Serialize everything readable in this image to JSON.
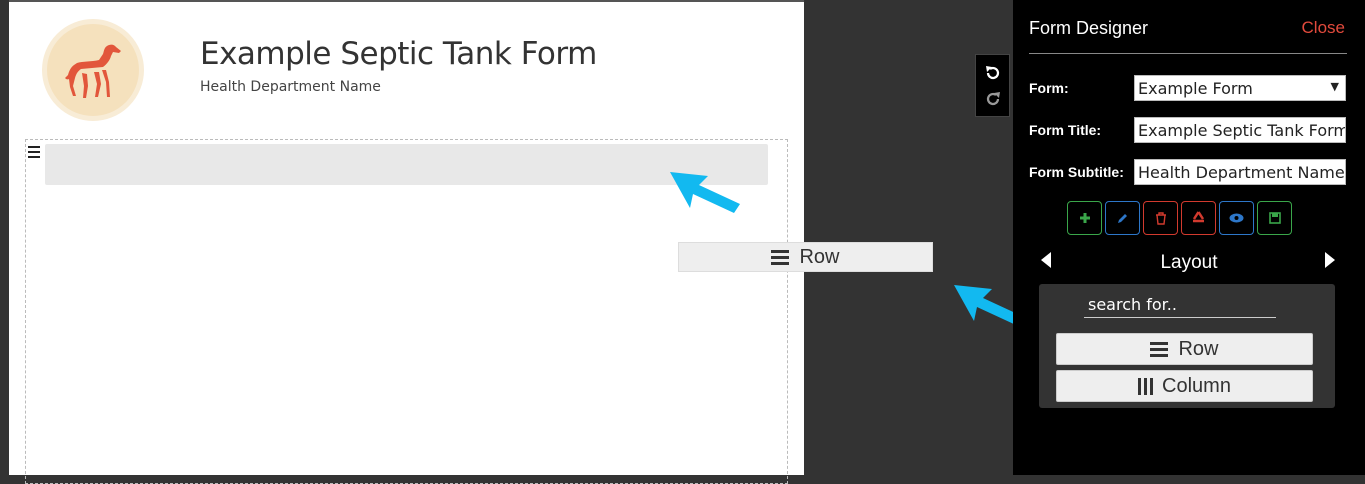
{
  "form": {
    "title": "Example Septic Tank Form",
    "subtitle": "Health Department Name",
    "logo_icon": "dog-icon"
  },
  "drag_preview": {
    "label": "Row",
    "icon": "hamburger-icon"
  },
  "history": {
    "undo_icon": "undo-icon",
    "redo_icon": "redo-icon"
  },
  "designer": {
    "title": "Form Designer",
    "close_label": "Close",
    "fields": {
      "form_label": "Form:",
      "form_value": "Example Form",
      "title_label": "Form Title:",
      "title_value": "Example Septic Tank Form",
      "subtitle_label": "Form Subtitle:",
      "subtitle_value": "Health Department Name"
    },
    "tools": [
      {
        "name": "add-icon",
        "color": "#3aa64a"
      },
      {
        "name": "edit-icon",
        "color": "#2d77c9"
      },
      {
        "name": "delete-icon",
        "color": "#d23a2e"
      },
      {
        "name": "recycle-icon",
        "color": "#d23a2e"
      },
      {
        "name": "preview-icon",
        "color": "#2d77c9"
      },
      {
        "name": "save-icon",
        "color": "#3aa64a"
      }
    ],
    "section_title": "Layout",
    "search_placeholder": "search for..",
    "palette": [
      {
        "label": "Row",
        "icon": "hamburger-icon"
      },
      {
        "label": "Column",
        "icon": "columns-icon"
      }
    ]
  },
  "colors": {
    "annotation_arrow": "#12b9f0",
    "close": "#e24a3c"
  }
}
